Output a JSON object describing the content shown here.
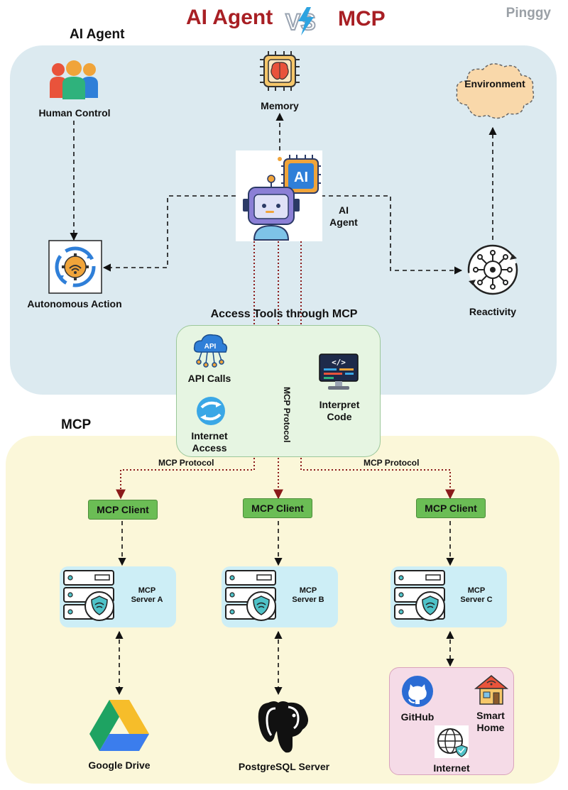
{
  "title": {
    "left": "AI Agent",
    "vs": "VS",
    "right": "MCP"
  },
  "brand": "Pinggy",
  "agent_section": {
    "label": "AI Agent",
    "human_control": "Human Control",
    "memory": "Memory",
    "environment": "Environment",
    "agent_line1": "AI",
    "agent_line2": "Agent",
    "chip_text": "AI",
    "autonomous_action": "Autonomous Action",
    "reactivity": "Reactivity"
  },
  "tools": {
    "heading": "Access Tools through MCP",
    "api_calls": "API Calls",
    "api_badge": "API",
    "internet_access_1": "Internet",
    "internet_access_2": "Access",
    "interpret_code_1": "Interpret",
    "interpret_code_2": "Code",
    "code_glyph": "</>"
  },
  "mcp_section": {
    "label": "MCP",
    "protocol_left": "MCP Protocol",
    "protocol_center": "MCP Protocol",
    "protocol_right": "MCP Protocol",
    "clients": [
      "MCP Client",
      "MCP Client",
      "MCP Client"
    ],
    "servers": [
      {
        "line1": "MCP",
        "line2": "Server A"
      },
      {
        "line1": "MCP",
        "line2": "Server B"
      },
      {
        "line1": "MCP",
        "line2": "Server C"
      }
    ],
    "google_drive": "Google Drive",
    "postgres": "PostgreSQL Server",
    "github": "GitHub",
    "smart_home_1": "Smart",
    "smart_home_2": "Home",
    "internet": "Internet"
  },
  "colors": {
    "title_red": "#a81f24",
    "agent_panel": "#dceaf0",
    "mcp_panel": "#fbf7d9",
    "tools_panel": "#e6f5e2",
    "client_green": "#6bbd55",
    "server_blue": "#cdeef6",
    "protocol_red": "#8b1a1a",
    "iot_pink": "#f5dbe7"
  }
}
